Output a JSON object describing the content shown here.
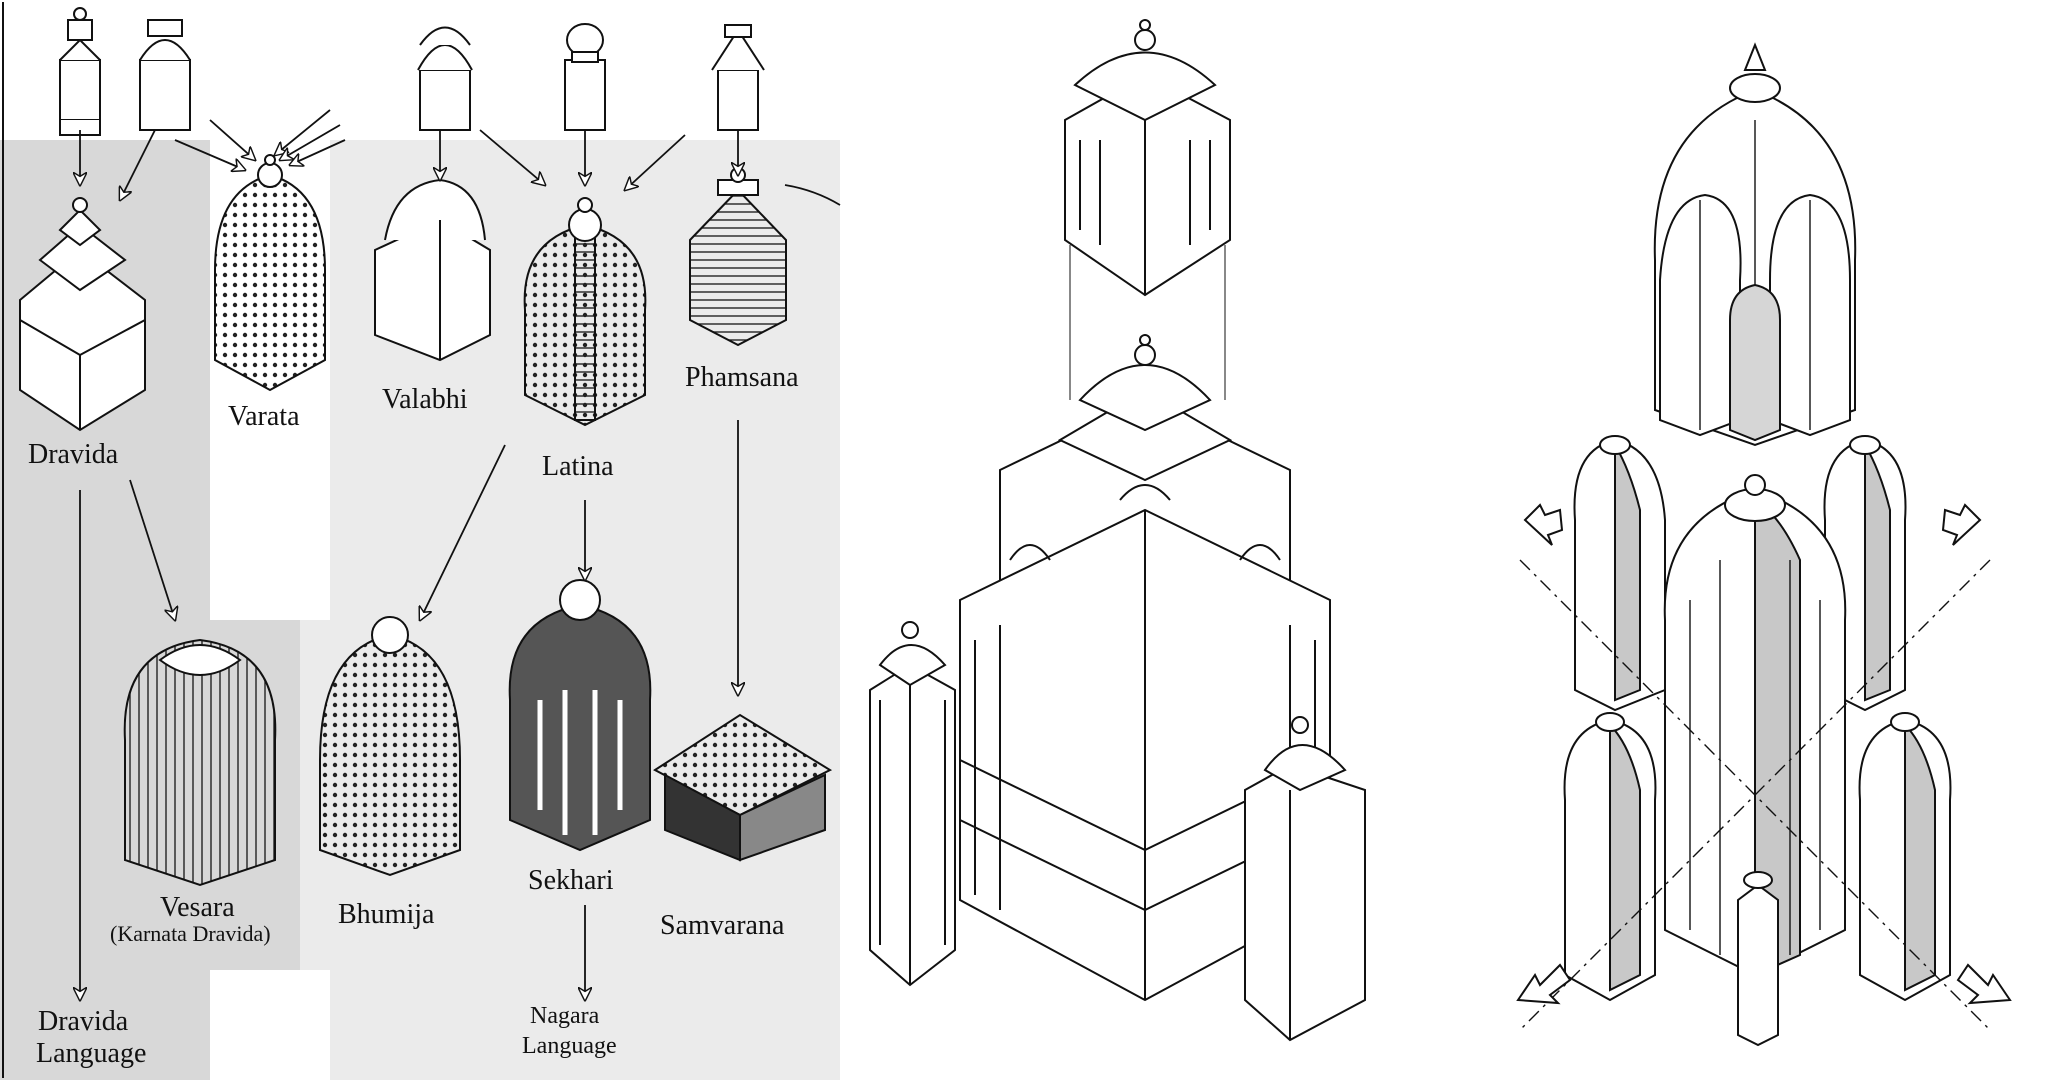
{
  "evolution_diagram": {
    "labels": {
      "dravida": "Dravida",
      "varata": "Varata",
      "valabhi": "Valabhi",
      "latina": "Latina",
      "phamsana": "Phamsana",
      "vesara": "Vesara",
      "vesara_sub": "(Karnata Dravida)",
      "bhumija": "Bhumija",
      "sekhari": "Sekhari",
      "samvarana": "Samvarana",
      "dravida_language_1": "Dravida",
      "dravida_language_2": "Language",
      "nagara_language_1": "Nagara",
      "nagara_language_2": "Language"
    }
  },
  "colors": {
    "panel_dark": "#d6d6d6",
    "panel_light": "#ebebeb",
    "ink": "#111111",
    "shade": "#bcbcbc"
  }
}
